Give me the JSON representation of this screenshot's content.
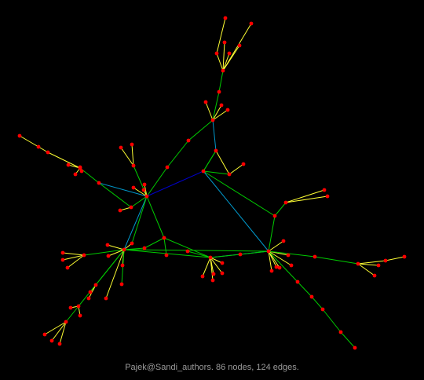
{
  "caption": "Pajek@Sandi_authors. 86 nodes, 124 edges.",
  "colors": {
    "background": "#000000",
    "node": "#ff0000",
    "edge_strong": "#ffff33",
    "edge_medium": "#00cc00",
    "edge_weak": "#0099cc",
    "edge_weakest": "#0000cc",
    "caption": "#9a9a9a"
  },
  "graph": {
    "node_count": 86,
    "edge_count": 124
  }
}
